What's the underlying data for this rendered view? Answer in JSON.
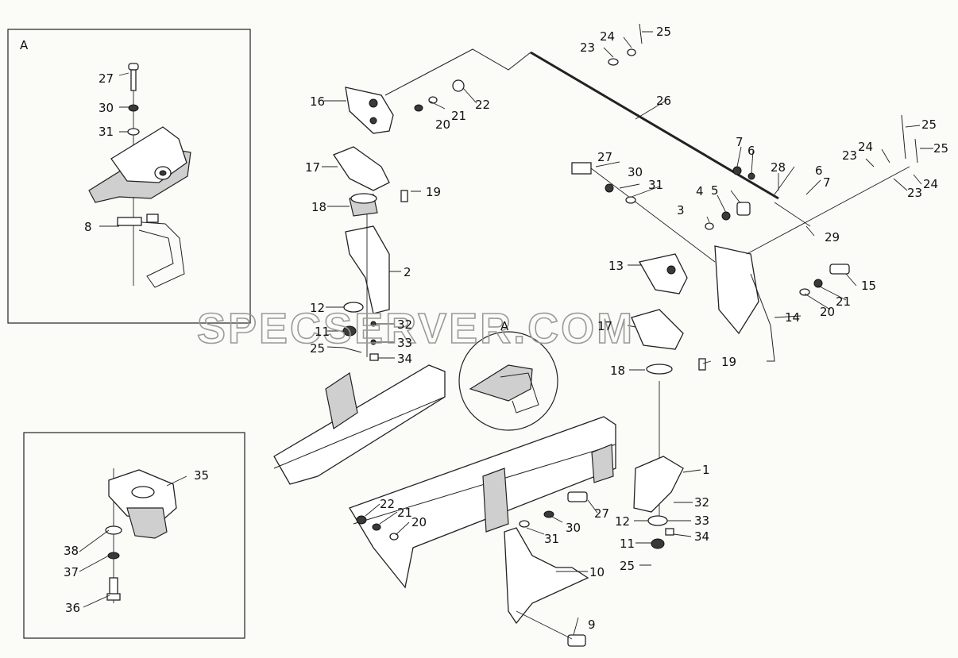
{
  "watermark": "SPECSERVER.COM",
  "detail_marker": "A",
  "part_numbers": {
    "p1": "1",
    "p2": "2",
    "p3": "3",
    "p4": "4",
    "p5": "5",
    "p6": "6",
    "p7": "7",
    "p8": "8",
    "p9": "9",
    "p10": "10",
    "p11": "11",
    "p12": "12",
    "p13": "13",
    "p14": "14",
    "p15": "15",
    "p16": "16",
    "p17": "17",
    "p18": "18",
    "p19": "19",
    "p20": "20",
    "p21": "21",
    "p22": "22",
    "p23": "23",
    "p24": "24",
    "p25": "25",
    "p26": "26",
    "p27": "27",
    "p28": "28",
    "p29": "29",
    "p30": "30",
    "p31": "31",
    "p32": "32",
    "p33": "33",
    "p34": "34",
    "p35": "35",
    "p36": "36",
    "p37": "37",
    "p38": "38"
  },
  "colors": {
    "line": "#222222",
    "background": "#fbfbf8",
    "watermark": "#9a9a9a"
  }
}
